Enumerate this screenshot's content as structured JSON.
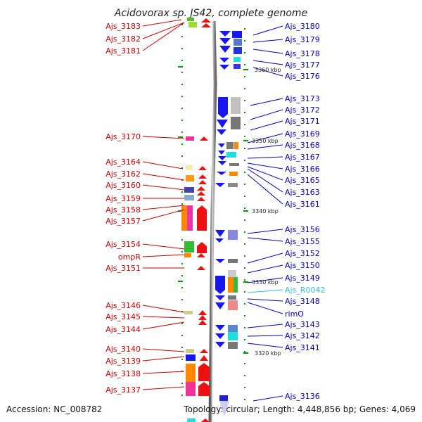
{
  "title": "Acidovorax sp. JS42, complete genome",
  "accession": "Accession: NC_008782",
  "topology": "Topology: circular; Length: 4,448,856 bp; Genes: 4,069",
  "colors": {
    "left_label": "#cc0000",
    "right_label": "#0000bb",
    "rna_label": "#33bbdd",
    "backbone": "#888888",
    "tick": "#009900"
  },
  "kbp_labels": [
    "3360 kbp",
    "3350 kbp",
    "3340 kbp",
    "3330 kbp",
    "3320 kbp"
  ],
  "left_genes": [
    "Ajs_3183",
    "Ajs_3182",
    "Ajs_3181",
    "Ajs_3170",
    "Ajs_3164",
    "Ajs_3162",
    "Ajs_3160",
    "Ajs_3159",
    "Ajs_3158",
    "Ajs_3157",
    "Ajs_3154",
    "ompR",
    "Ajs_3151",
    "Ajs_3146",
    "Ajs_3145",
    "Ajs_3144",
    "Ajs_3140",
    "Ajs_3139",
    "Ajs_3138",
    "Ajs_3137"
  ],
  "right_genes": [
    "Ajs_3180",
    "Ajs_3179",
    "Ajs_3178",
    "Ajs_3177",
    "Ajs_3176",
    "Ajs_3173",
    "Ajs_3172",
    "Ajs_3171",
    "Ajs_3169",
    "Ajs_3168",
    "Ajs_3167",
    "Ajs_3166",
    "Ajs_3165",
    "Ajs_3163",
    "Ajs_3161",
    "Ajs_3156",
    "Ajs_3155",
    "Ajs_3152",
    "Ajs_3150",
    "Ajs_3149",
    "Ajs_R0042",
    "Ajs_3148",
    "rimO",
    "Ajs_3143",
    "Ajs_3142",
    "Ajs_3141",
    "Ajs_3136"
  ]
}
